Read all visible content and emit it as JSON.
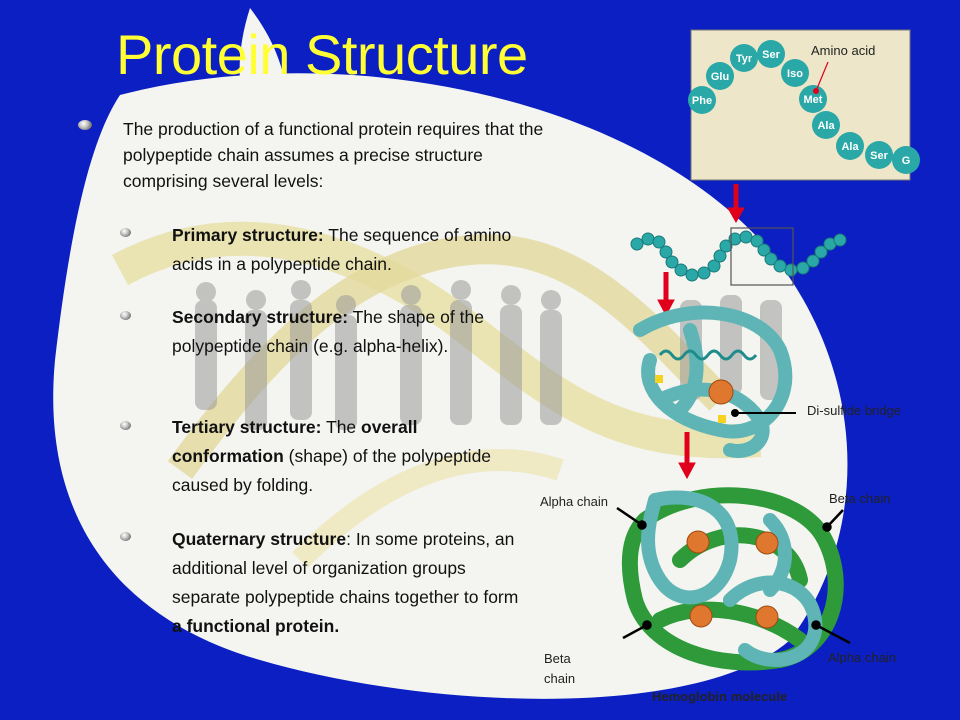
{
  "slide": {
    "title": "Protein Structure",
    "intro": "The production of a functional protein requires that the polypeptide chain assumes a precise structure comprising several levels:",
    "levels": [
      {
        "term": "Primary structure:",
        "desc": " The sequence of amino acids in a polypeptide chain."
      },
      {
        "term": "Secondary structure:",
        "desc": " The shape of the polypeptide chain (e.g. alpha-helix)."
      },
      {
        "term": "Tertiary structure:",
        "desc_pre": " The ",
        "bold1": "overall conformation",
        "desc_mid": " (shape) of the polypeptide caused by folding."
      },
      {
        "term": "Quaternary structure",
        "desc_pre": ": In some proteins, an additional level of organization groups separate polypeptide chains together to form ",
        "bold1": "a functional protein."
      }
    ]
  },
  "diagram": {
    "amino_acid_label": "Amino acid",
    "beads": [
      "Phe",
      "Glu",
      "Tyr",
      "Ser",
      "Iso",
      "Met",
      "Ala",
      "Ala",
      "Ser",
      "G"
    ],
    "disulfide_label": "Di-sulfide bridge",
    "alpha_chain_label_1": "Alpha chain",
    "beta_chain_label_1": "Beta chain",
    "beta_chain_label_2": "Beta chain",
    "alpha_chain_label_2": "Alpha chain",
    "hemoglobin_label": "Hemoglobin molecule"
  },
  "colors": {
    "background": "#0b1fc2",
    "title": "#ffff33",
    "bead": "#2aa7a7",
    "arrow": "#e0001b",
    "beta_chain": "#2e9a3a"
  }
}
